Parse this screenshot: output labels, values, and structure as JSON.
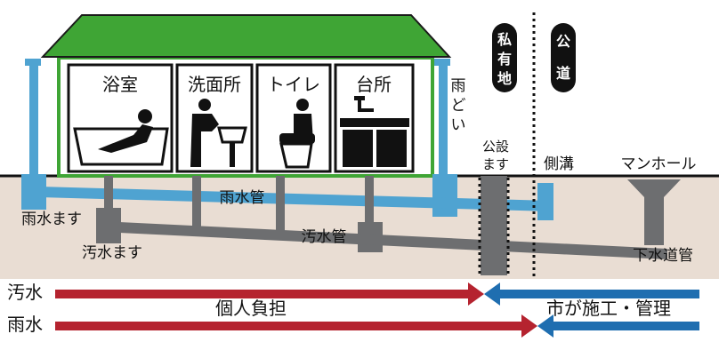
{
  "rooms": [
    {
      "label": "浴室"
    },
    {
      "label": "洗面所"
    },
    {
      "label": "トイレ"
    },
    {
      "label": "台所"
    }
  ],
  "labels": {
    "rain_gutter": [
      "雨",
      "ど",
      "い"
    ],
    "private_land": [
      "私",
      "有",
      "地"
    ],
    "public_road": [
      "公",
      "道"
    ],
    "public_inlet_line1": "公設",
    "public_inlet_line2": "ます",
    "side_ditch": "側溝",
    "manhole": "マンホール",
    "rainwater_pipe": "雨水管",
    "rainwater_basin": "雨水ます",
    "sewage_basin": "汚水ます",
    "sewage_pipe": "汚水管",
    "sewer_main": "下水道管"
  },
  "legend": {
    "sewage": "汚水",
    "rain": "雨水",
    "private_cost": "個人負担",
    "city_work": "市が施工・管理"
  },
  "colors": {
    "roof": "#3fa535",
    "wall_border": "#3fa535",
    "rain_pipe": "#4fa3d1",
    "sewage_pipe": "#6d6e70",
    "ground": "#e9ddd3",
    "arrow_red": "#b5232f",
    "arrow_blue": "#1f6eb0"
  }
}
